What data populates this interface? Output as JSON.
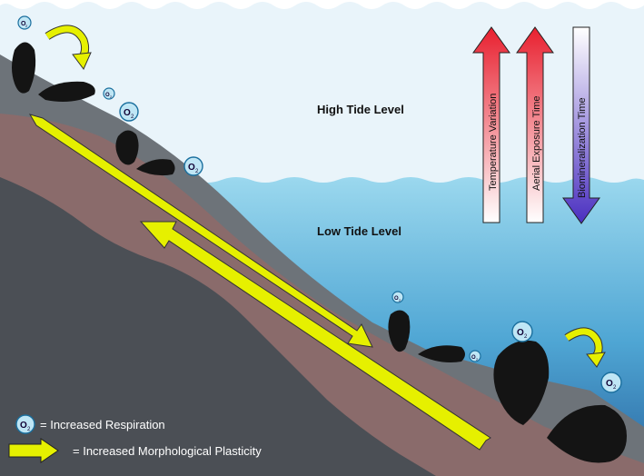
{
  "labels": {
    "high_tide": "High Tide Level",
    "low_tide": "Low Tide Level"
  },
  "indicators": {
    "temperature": {
      "label": "Temperature Variation",
      "direction": "up",
      "color": "#e63946"
    },
    "aerial_exposure": {
      "label": "Aerial Exposure Time",
      "direction": "up",
      "color": "#e63946"
    },
    "biomineralization": {
      "label": "Biomineralization Time",
      "direction": "down",
      "color": "#5a3fc0"
    }
  },
  "legend": {
    "o2_text": "= Increased Respiration",
    "arrow_text": "= Increased Morphological Plasticity"
  },
  "o2_symbol": {
    "main": "O",
    "sub": "2"
  },
  "colors": {
    "sky": "#eaf4fa",
    "water_top": "#8fd3ec",
    "water_bottom": "#2e6fa8",
    "rock_top": "#6d7379",
    "sediment": "#8a6a6a",
    "rock_bottom": "#4a4e54",
    "plasticity_arrow": "#e6f000",
    "mussel": "#111111"
  }
}
